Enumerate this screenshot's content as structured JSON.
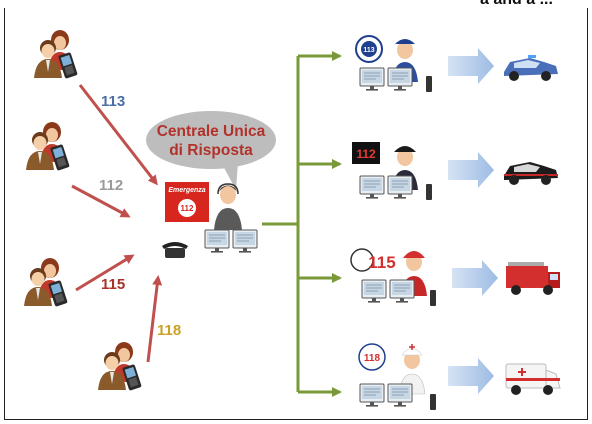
{
  "header_fragment": "a and a ...",
  "center": {
    "bubble_line1": "Centrale Unica",
    "bubble_line2": "di Risposta",
    "sign_label": "Emergenza",
    "sign_number": "112"
  },
  "callers": [
    {
      "number": "113",
      "color": "#4a6fa5"
    },
    {
      "number": "112",
      "color": "#a0a0a0"
    },
    {
      "number": "115",
      "color": "#a8322a"
    },
    {
      "number": "118",
      "color": "#c9a227"
    }
  ],
  "services": [
    {
      "badge": "113",
      "vehicle": "police-car"
    },
    {
      "badge": "112",
      "vehicle": "carabinieri-car"
    },
    {
      "badge": "115",
      "vehicle": "fire-truck"
    },
    {
      "badge": "118",
      "vehicle": "ambulance"
    }
  ],
  "colors": {
    "inbound_arrow": "#c0504d",
    "outbound_line": "#7a9a3a",
    "dispatch_arrow": "#a9c4e6",
    "bubble": "#bdbdbd"
  }
}
